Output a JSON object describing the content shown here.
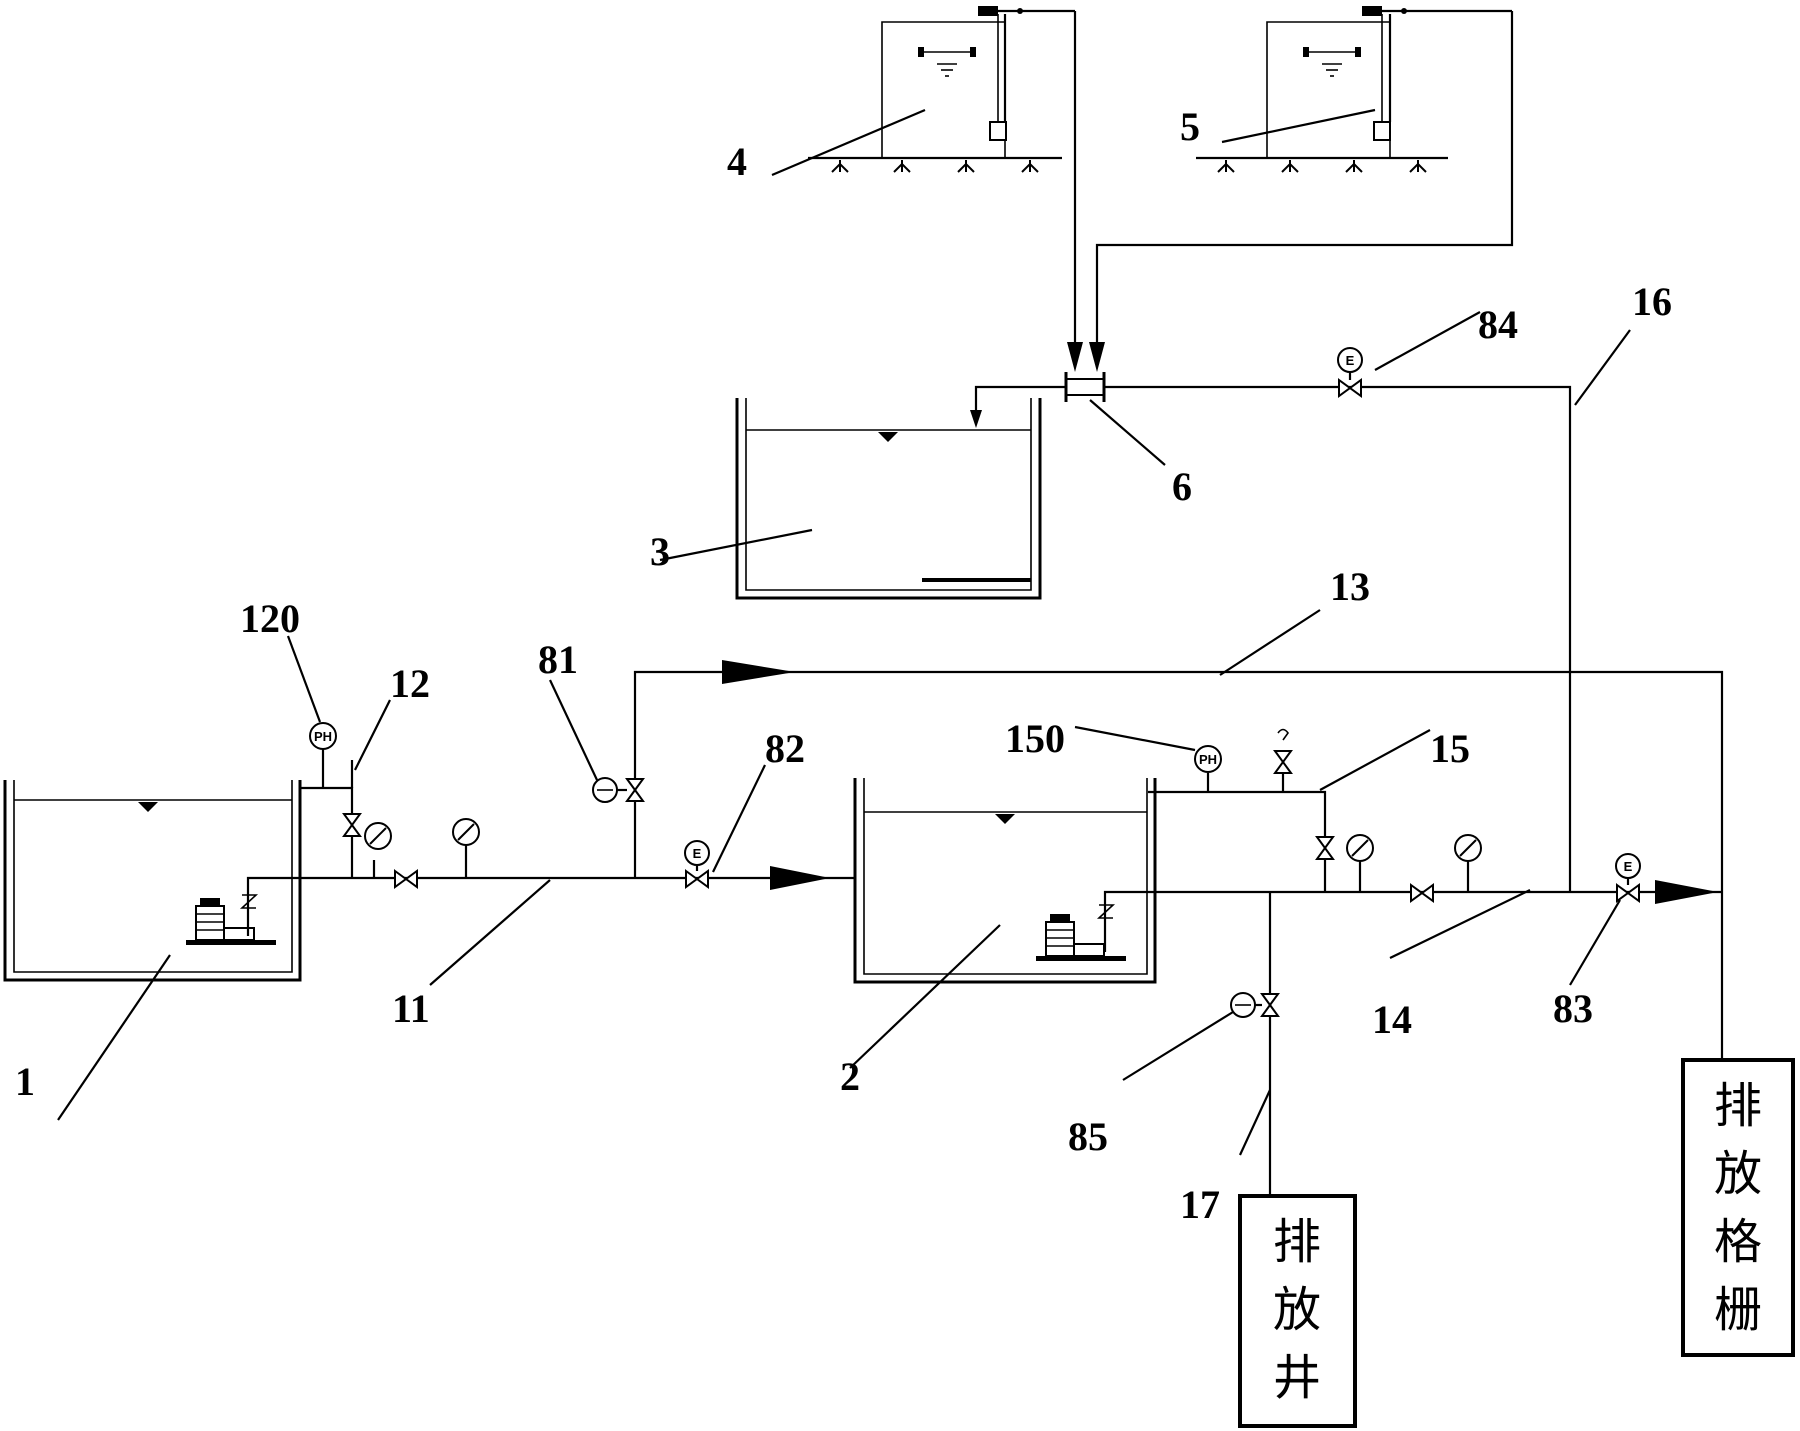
{
  "labels": {
    "tank_1": "1",
    "tank_2": "2",
    "tank_3": "3",
    "tank_4": "4",
    "tank_5": "5",
    "mixer_6": "6",
    "pipe_11": "11",
    "pipe_12": "12",
    "pipe_13": "13",
    "pipe_14": "14",
    "pipe_15": "15",
    "pipe_16": "16",
    "pipe_17": "17",
    "valve_81": "81",
    "valve_82": "82",
    "valve_83": "83",
    "valve_84": "84",
    "valve_85": "85",
    "ph_120": "120",
    "ph_150": "150"
  },
  "boxes": {
    "discharge_well": [
      "排",
      "放",
      "井"
    ],
    "discharge_grille": [
      "排",
      "放",
      "格",
      "栅"
    ]
  },
  "instrument_text": {
    "ph": "PH",
    "electric": "E"
  }
}
